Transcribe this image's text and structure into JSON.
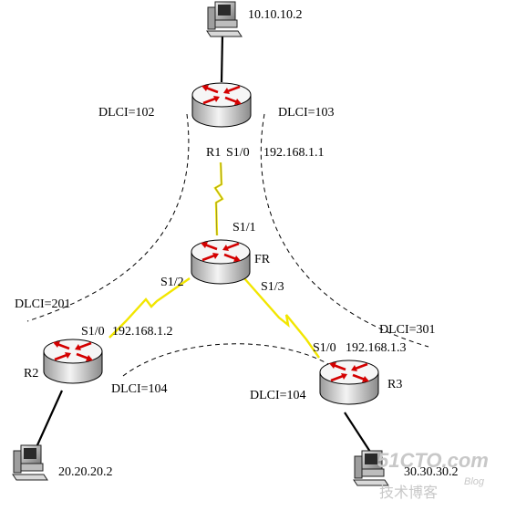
{
  "nodes": {
    "host_top": {
      "ip": "10.10.10.2"
    },
    "host_left": {
      "ip": "20.20.20.2"
    },
    "host_right": {
      "ip": "30.30.30.2"
    },
    "r1": {
      "name": "R1",
      "iface": "S1/0",
      "ip": "192.168.1.1"
    },
    "fr": {
      "name": "FR",
      "ports": [
        "S1/1",
        "S1/2",
        "S1/3"
      ]
    },
    "r2": {
      "name": "R2",
      "iface": "S1/0",
      "ip": "192.168.1.2"
    },
    "r3": {
      "name": "R3",
      "iface": "S1/0",
      "ip": "192.168.1.3"
    }
  },
  "dlci": {
    "r1_to_r2": "DLCI=102",
    "r1_to_r3": "DLCI=103",
    "r2_to_r1": "DLCI=201",
    "r3_to_r1": "DLCI=301",
    "r2_to_r3": "DLCI=104",
    "r3_to_r2": "DLCI=104"
  },
  "watermark": {
    "brand": "51CTO.com",
    "sub": "技术博客",
    "blog": "Blog"
  },
  "colors": {
    "serial_link": "#f2e600",
    "router_arrow": "#d40000",
    "router_body": "#f4f4f4"
  }
}
